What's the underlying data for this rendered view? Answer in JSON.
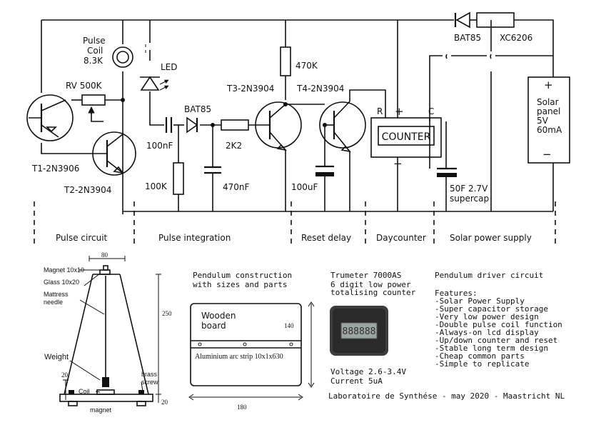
{
  "schematic": {
    "coil_label_1": "Pulse",
    "coil_label_2": "Coil",
    "coil_value": "8.3K",
    "rv": "RV 500K",
    "led": "LED",
    "t1": "T1-2N3906",
    "t2": "T2-2N3904",
    "c1": "100nF",
    "d1": "BAT85",
    "r1": "100K",
    "r2": "2K2",
    "c2": "470nF",
    "r3": "470K",
    "t3": "T3-2N3904",
    "t4": "T4-2N3904",
    "c3": "100uF",
    "counter": "COUNTER",
    "pin_r": "R",
    "pin_plus": "+",
    "pin_c": "C",
    "pin_minus": "−",
    "d2": "BAT85",
    "reg": "XC6206",
    "solar_plus": "+",
    "solar_1": "Solar",
    "solar_2": "panel",
    "solar_3": "5V",
    "solar_4": "60mA",
    "solar_minus": "−",
    "supercap_1": "50F 2.7V",
    "supercap_2": "supercap"
  },
  "sections": [
    "Pulse circuit",
    "Pulse integration",
    "Reset delay",
    "Daycounter",
    "Solar power supply"
  ],
  "pendulum": {
    "dim_top": "80",
    "magnet_top": "Magnet 10x10",
    "glass": "Glass 10x20",
    "needle_1": "Mattress",
    "needle_2": "needle",
    "height": "250",
    "weight": "Weight",
    "dim_20_left": "20",
    "coil": "Coil",
    "magnet_bottom": "magnet",
    "brass_1": "brass",
    "brass_2": "screw",
    "dim_20_right": "20"
  },
  "construction": {
    "title_1": "Pendulum construction",
    "title_2": "with sizes and parts",
    "board_1": "Wooden",
    "board_2": "board",
    "board_dim": "140",
    "strip": "Aluminium arc strip 10x1x630",
    "width": "180"
  },
  "trumeter": {
    "title": "Trumeter 7000AS",
    "line_1": "6 digit low power",
    "line_2": "totalising counter",
    "voltage": "Voltage 2.6-3.4V",
    "current": "Current 5uA"
  },
  "driver": {
    "title": "Pendulum driver circuit",
    "features_label": "Features:",
    "features": [
      "-Solar Power Supply",
      "-Super capacitor storage",
      "-Very low power design",
      "-Double pulse coil function",
      "-Always-on lcd display",
      "-Up/down counter and reset",
      "-Stable long term design",
      "-Cheap common parts",
      "-Simple to replicate"
    ]
  },
  "footer": "Laboratoire de Synthése - may 2020 - Maastricht NL"
}
